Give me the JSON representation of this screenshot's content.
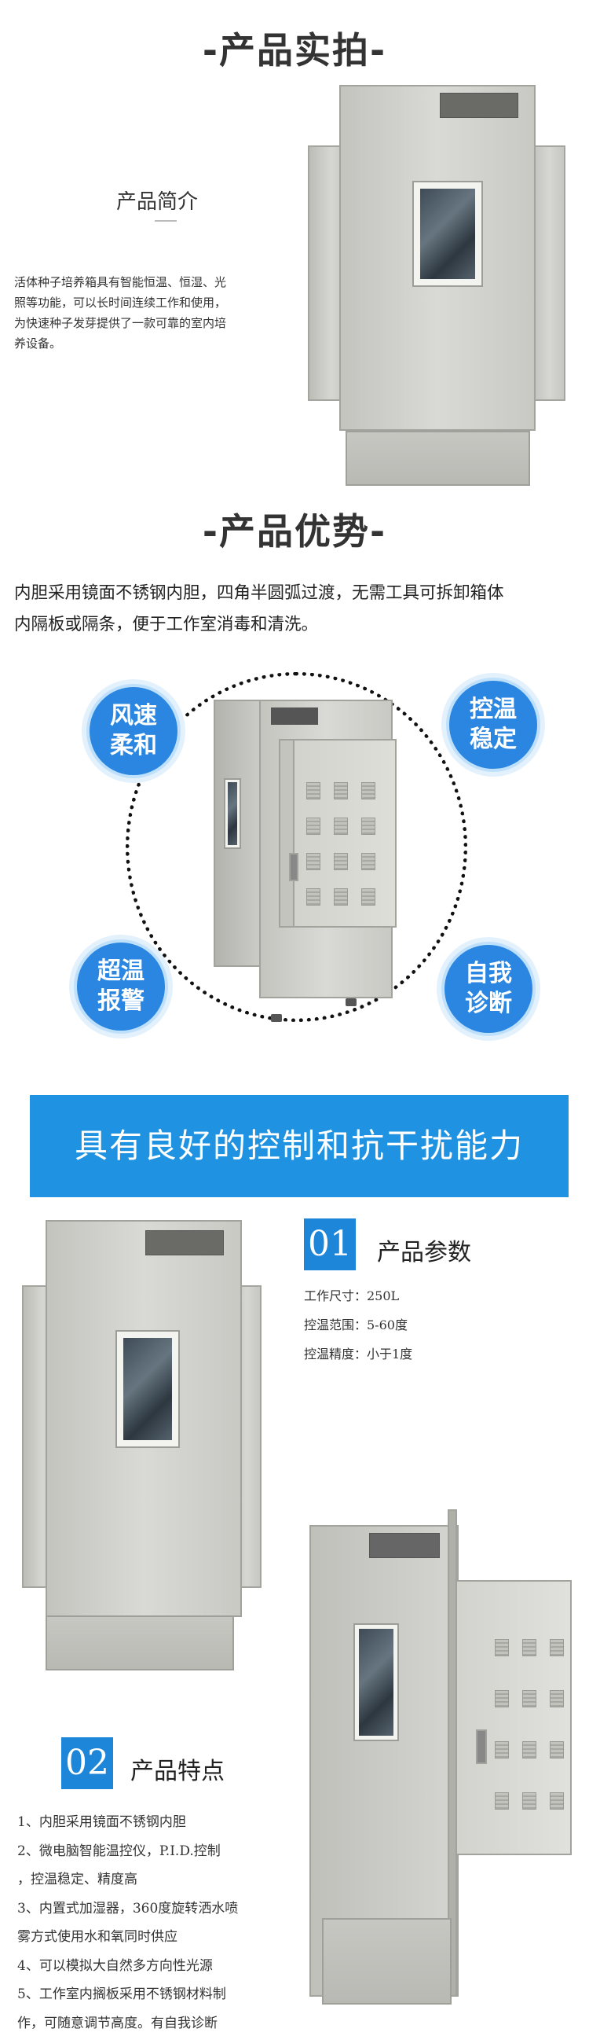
{
  "sections": {
    "photo_heading": "-产品实拍-",
    "advantage_heading": "-产品优势-"
  },
  "intro": {
    "title": "产品简介",
    "lines": [
      "活体种子培养箱具有智能恒温、恒湿、光",
      "照等功能，可以长时间连续工作和使用，",
      "为快速种子发芽提供了一款可靠的室内培",
      "养设备。"
    ]
  },
  "advantage": {
    "lines": [
      "内胆采用镜面不锈钢内胆，四角半圆弧过渡，无需工具可拆卸箱体",
      "内隔板或隔条，便于工作室消毒和清洗。"
    ],
    "bubbles": {
      "wind": [
        "风速",
        "柔和"
      ],
      "temp": [
        "控温",
        "稳定"
      ],
      "alarm": [
        "超温",
        "报警"
      ],
      "diag": [
        "自我",
        "诊断"
      ]
    }
  },
  "banner": {
    "text": "具有良好的控制和抗干扰能力"
  },
  "params": {
    "number": "01",
    "title": "产品参数",
    "lines": [
      "工作尺寸：250L",
      "控温范围：5-60度",
      "控温精度：小于1度"
    ]
  },
  "features": {
    "number": "02",
    "title": "产品特点",
    "lines": [
      "1、内胆采用镜面不锈钢内胆",
      "2、微电脑智能温控仪，P.I.D.控制",
      "，控温稳定、精度高",
      "3、内置式加湿器，360度旋转洒水喷",
      "雾方式使用水和氧同时供应",
      "4、可以模拟大自然多方向性光源",
      "5、工作室内搁板采用不锈钢材料制",
      "作，可随意调节高度。有自我诊断"
    ]
  },
  "colors": {
    "accent_blue": "#1f93e2",
    "bubble_blue": "#2a86e0",
    "text": "#333333"
  }
}
